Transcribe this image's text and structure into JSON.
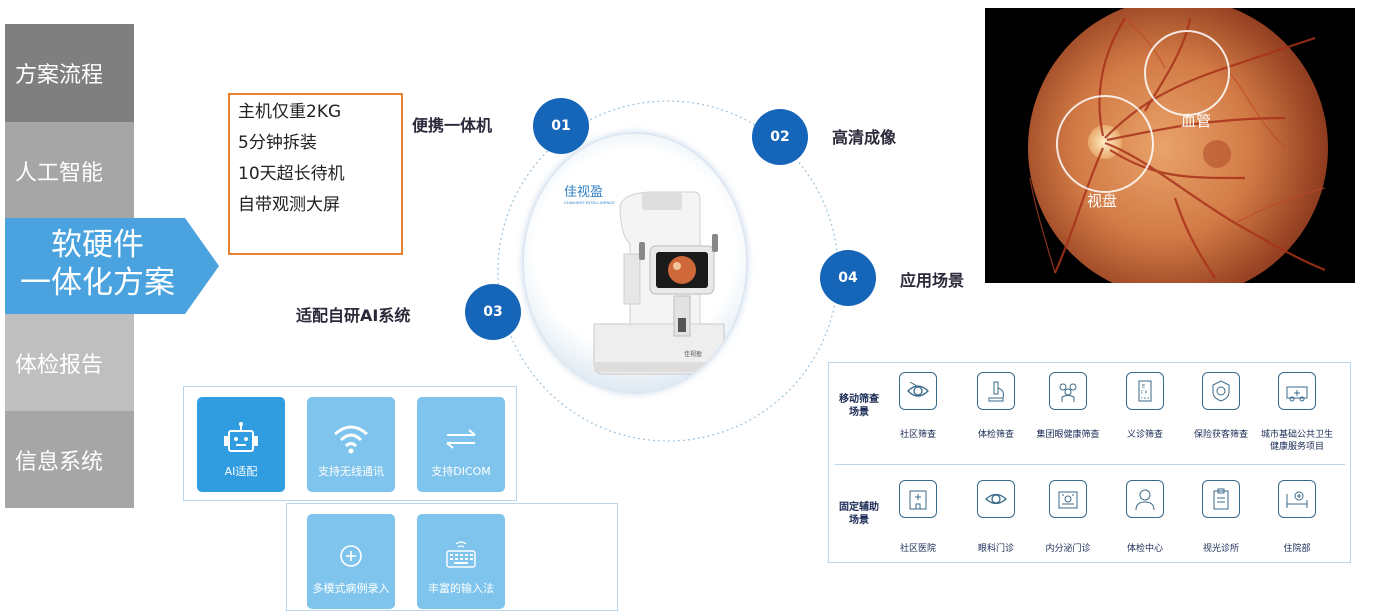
{
  "nav": {
    "items": [
      "方案流程",
      "人工智能",
      "体检报告",
      "信息系统"
    ],
    "active": [
      "软硬件",
      "一体化方案"
    ]
  },
  "features": [
    "主机仅重2KG",
    "5分钟拆装",
    "10天超长待机",
    "自带观测大屏"
  ],
  "steps": [
    {
      "num": "01",
      "label": "便携一体机"
    },
    {
      "num": "02",
      "label": "高清成像"
    },
    {
      "num": "03",
      "label": "适配自研AI系统"
    },
    {
      "num": "04",
      "label": "应用场景"
    }
  ],
  "device": {
    "brand": "佳视盈",
    "brand_sub": "CHIAVIRST INTELLIGENCE",
    "base_badge": "佳视盈"
  },
  "fundus": {
    "vessel_label": "血管",
    "disc_label": "视盘"
  },
  "capabilities": {
    "row1": [
      "AI适配",
      "支持无线通讯",
      "支持DICOM"
    ],
    "row2": [
      "多模式病例录入",
      "丰富的输入法"
    ]
  },
  "scenes": {
    "row1_title": [
      "移动筛查",
      "场景"
    ],
    "row1": [
      "社区筛查",
      "体检筛查",
      "集团眼健康筛查",
      "义诊筛查",
      "保险获客筛查",
      "城市基础公共卫生",
      "健康服务项目"
    ],
    "row2_title": [
      "固定辅助",
      "场景"
    ],
    "row2": [
      "社区医院",
      "眼科门诊",
      "内分泌门诊",
      "体检中心",
      "视光诊所",
      "住院部"
    ]
  },
  "colors": {
    "nav_dark": "#7f7f7f",
    "nav_light": "#a6a6a6",
    "active": "#4aa3df",
    "accent": "#1565b8",
    "tile_primary": "#2f9de0",
    "tile_light": "#7fc4ec",
    "feature_border": "#e8802e"
  }
}
